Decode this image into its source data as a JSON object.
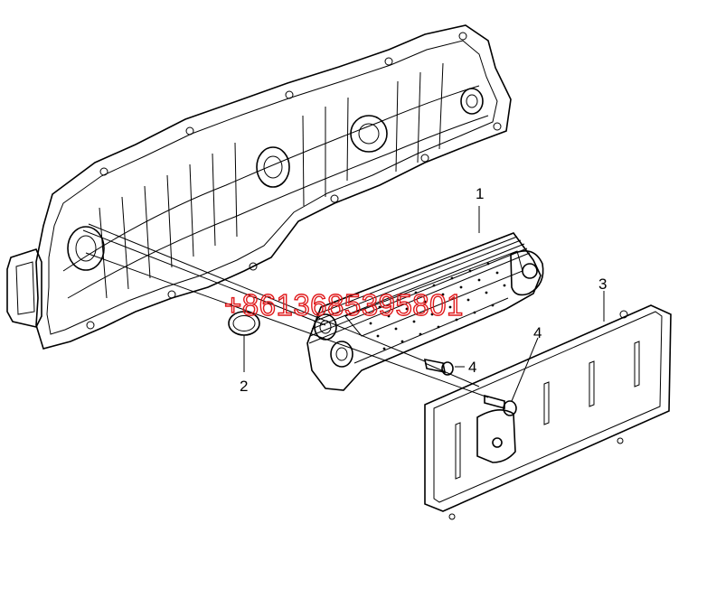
{
  "callouts": {
    "c1": "1",
    "c2": "2",
    "c3": "3",
    "c4a": "4",
    "c4b": "4"
  },
  "watermark": "+8613685395801",
  "colors": {
    "line": "#000000",
    "watermark": "#e0191b",
    "background": "#ffffff"
  }
}
